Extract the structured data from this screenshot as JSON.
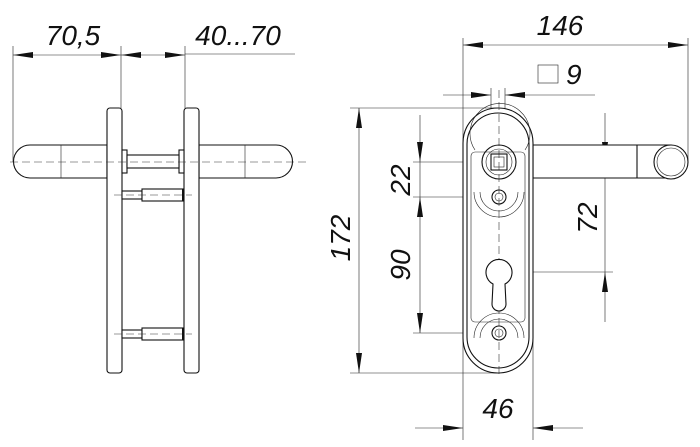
{
  "drawing": {
    "side_view": {
      "dimensions": {
        "lever_length": "70,5",
        "door_thickness": "40...70"
      }
    },
    "front_view": {
      "dimensions": {
        "overall_length": "146",
        "spindle_square": "9",
        "plate_height": "172",
        "spindle_to_screw": "22",
        "screw_spacing": "90",
        "spindle_to_cylinder": "72",
        "plate_width": "46"
      },
      "square_symbol": "square-icon"
    },
    "line_color": "#111111",
    "background": "#ffffff"
  }
}
